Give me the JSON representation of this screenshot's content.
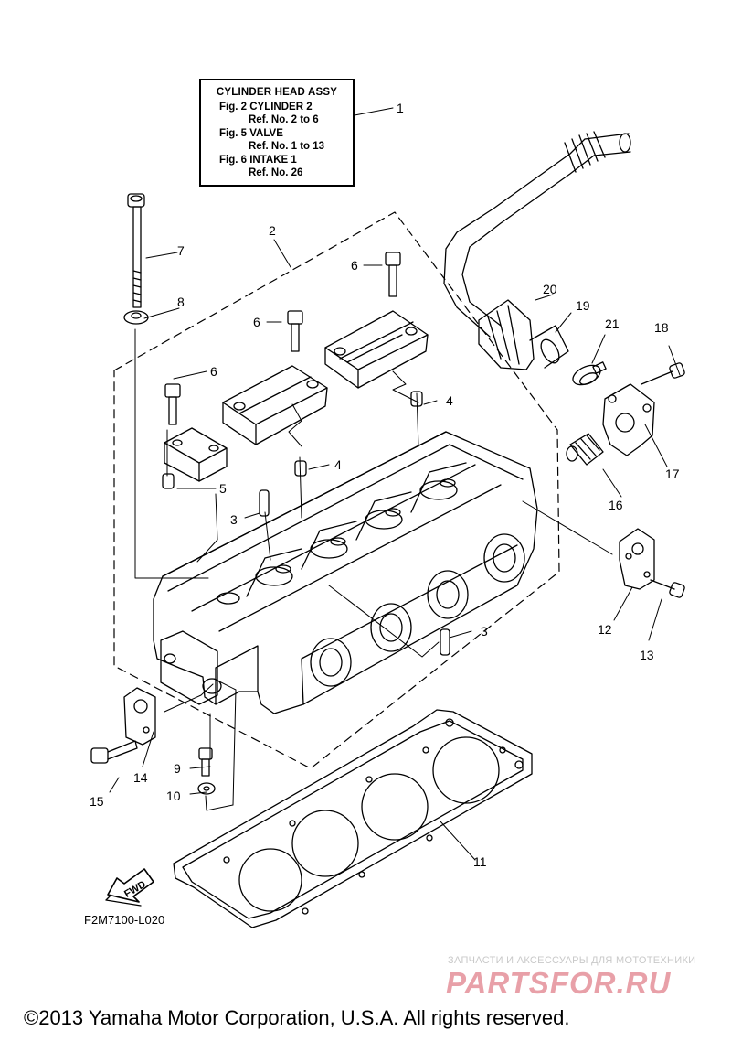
{
  "info_box": {
    "title": "CYLINDER HEAD ASSY",
    "lines": [
      {
        "fig": "Fig.  2 CYLINDER 2",
        "ref": "Ref. No. 2 to 6"
      },
      {
        "fig": "Fig.  5 VALVE",
        "ref": "Ref. No. 1 to 13"
      },
      {
        "fig": "Fig.  6 INTAKE 1",
        "ref": "Ref. No. 26"
      }
    ]
  },
  "callouts": {
    "c1": "1",
    "c2": "2",
    "c3a": "3",
    "c3b": "3",
    "c4a": "4",
    "c4b": "4",
    "c5": "5",
    "c6a": "6",
    "c6b": "6",
    "c6c": "6",
    "c7": "7",
    "c8": "8",
    "c9": "9",
    "c10": "10",
    "c11": "11",
    "c12": "12",
    "c13": "13",
    "c14": "14",
    "c15": "15",
    "c16": "16",
    "c17": "17",
    "c18": "18",
    "c19": "19",
    "c20": "20",
    "c21": "21"
  },
  "fwd_label": "FWD",
  "diagram_code": "F2M7100-L020",
  "watermark": {
    "caption": "ЗАПЧАСТИ И АКСЕССУАРЫ ДЛЯ МОТОТЕХНИКИ",
    "logo_text": "PARTSFOR.RU",
    "logo_color": "#e8a0a8"
  },
  "copyright": "©2013 Yamaha Motor Corporation, U.S.A. All rights reserved."
}
